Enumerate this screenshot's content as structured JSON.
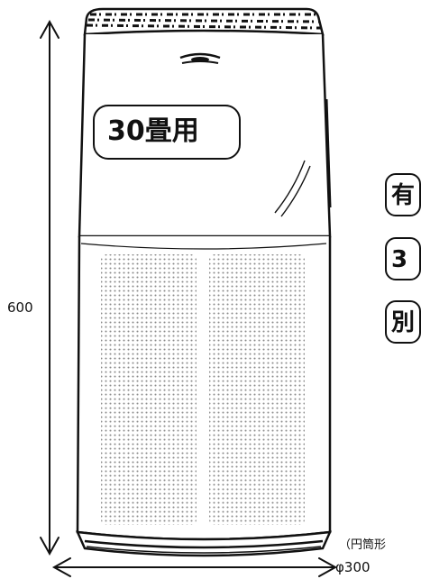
{
  "product": {
    "capacity_badge": "30畳用"
  },
  "side_badges": [
    "有",
    "3",
    "別"
  ],
  "dimensions": {
    "height": "600",
    "diameter": "φ300",
    "shape_note": "（円筒形"
  },
  "colors": {
    "line": "#111111",
    "background": "#ffffff",
    "mesh_dot": "#8a8a8a"
  }
}
